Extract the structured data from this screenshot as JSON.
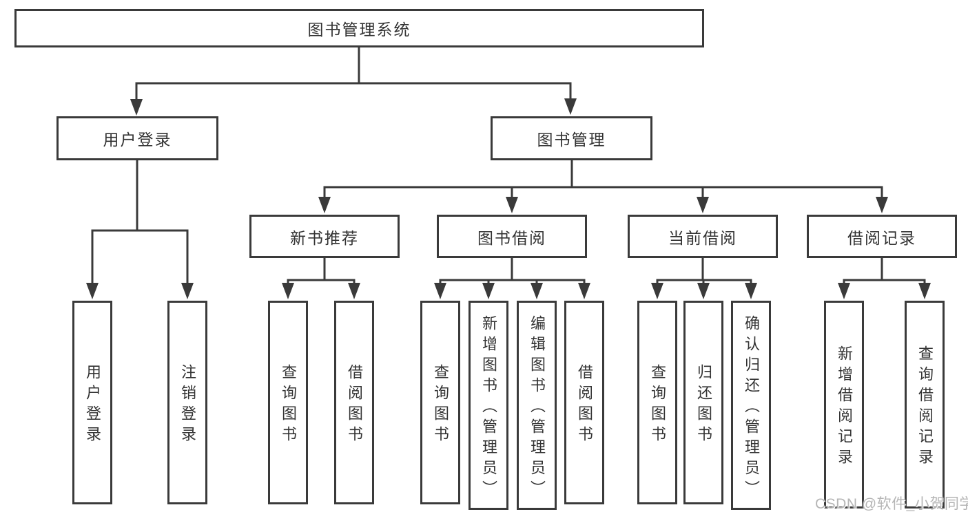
{
  "title": "图书管理系统",
  "nodes": {
    "root": {
      "label": "图书管理系统"
    },
    "level2": [
      {
        "label": "用户登录"
      },
      {
        "label": "图书管理"
      }
    ],
    "level3": [
      {
        "label": "新书推荐"
      },
      {
        "label": "图书借阅"
      },
      {
        "label": "当前借阅"
      },
      {
        "label": "借阅记录"
      }
    ],
    "leaves": [
      {
        "label": "用户登录",
        "parent": "用户登录"
      },
      {
        "label": "注销登录",
        "parent": "用户登录"
      },
      {
        "label": "查询图书",
        "parent": "新书推荐"
      },
      {
        "label": "借阅图书",
        "parent": "新书推荐"
      },
      {
        "label": "查询图书",
        "parent": "图书借阅"
      },
      {
        "label": "新增图书（管理员）",
        "parent": "图书借阅"
      },
      {
        "label": "编辑图书（管理员）",
        "parent": "图书借阅"
      },
      {
        "label": "借阅图书",
        "parent": "图书借阅"
      },
      {
        "label": "查询图书",
        "parent": "当前借阅"
      },
      {
        "label": "归还图书",
        "parent": "当前借阅"
      },
      {
        "label": "确认归还（管理员）",
        "parent": "当前借阅"
      },
      {
        "label": "新增借阅记录",
        "parent": "借阅记录"
      },
      {
        "label": "查询借阅记录",
        "parent": "借阅记录"
      }
    ]
  },
  "watermark": "CSDN @软件_小贺同学",
  "colors": {
    "line": "#3a3a3a",
    "box_border": "#3a3a3a",
    "text": "#333333",
    "watermark": "#b5b5b5",
    "background": "#ffffff"
  }
}
